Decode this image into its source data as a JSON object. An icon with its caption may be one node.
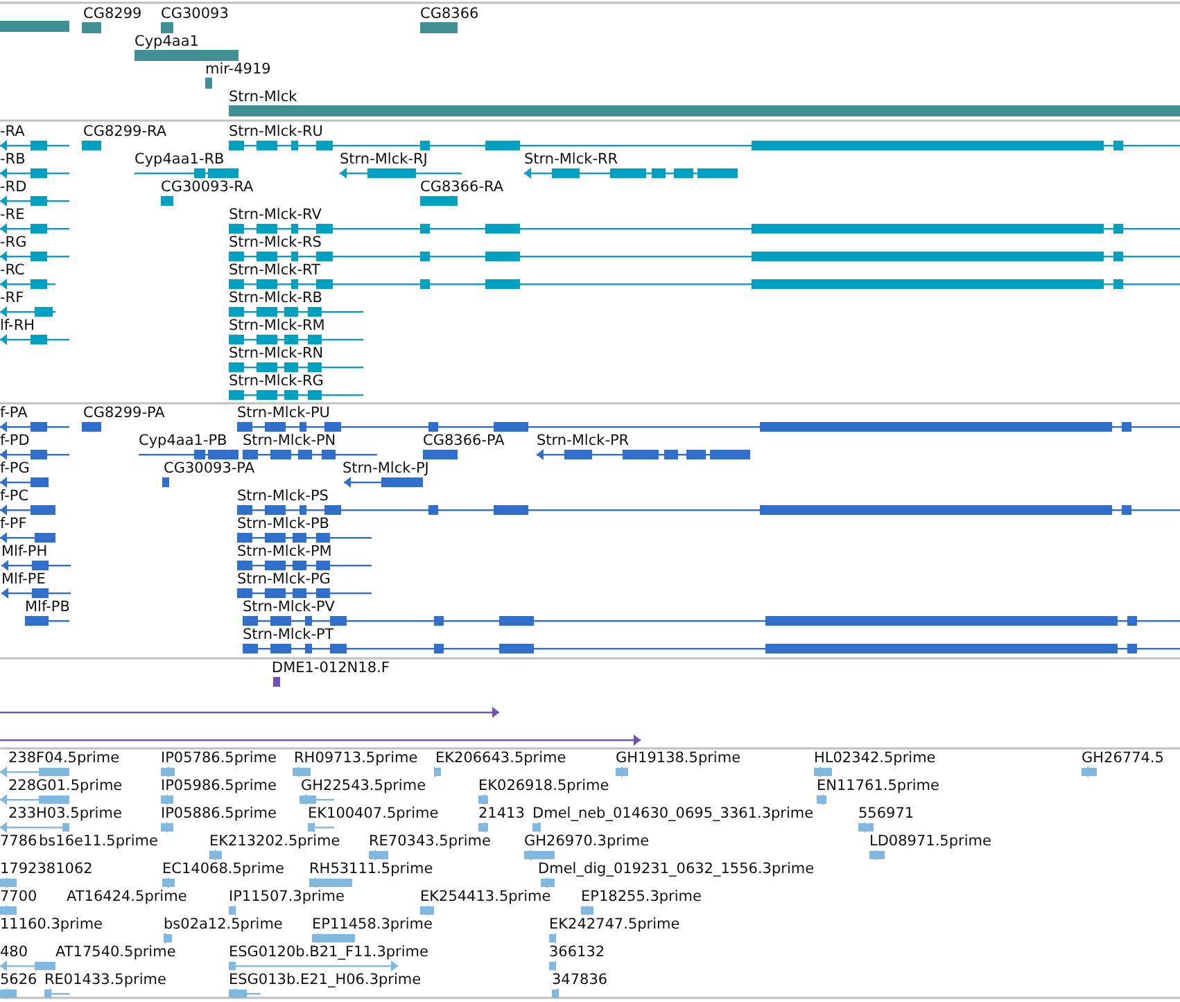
{
  "diagram": {
    "labels": [
      "CG8299",
      "CG30093",
      "CG8366",
      "Cyp4aa1",
      "mir-4919",
      "Strn-Mlck",
      "-RA",
      "CG8299-RA",
      "Strn-Mlck-RU",
      "-RB",
      "Cyp4aa1-RB",
      "Strn-Mlck-RJ",
      "Strn-Mlck-RR",
      "-RD",
      "CG30093-RA",
      "CG8366-RA",
      "-RE",
      "Strn-Mlck-RV",
      "-RG",
      "Strn-Mlck-RS",
      "-RC",
      "Strn-Mlck-RT",
      "-RF",
      "Strn-Mlck-RB",
      "lf-RH",
      "Strn-Mlck-RM",
      "Strn-Mlck-RN",
      "Strn-Mlck-RG",
      "f-PA",
      "CG8299-PA",
      "Strn-Mlck-PU",
      "f-PD",
      "Cyp4aa1-PB",
      "Strn-Mlck-PN",
      "CG8366-PA",
      "Strn-Mlck-PR",
      "f-PG",
      "CG30093-PA",
      "Strn-Mlck-PJ",
      "f-PC",
      "Strn-Mlck-PS",
      "f-PF",
      "Strn-Mlck-PB",
      "Mlf-PH",
      "Strn-Mlck-PM",
      "Mlf-PE",
      "Strn-Mlck-PG",
      "Mlf-PB",
      "Strn-Mlck-PV",
      "Strn-Mlck-PT",
      "DME1-012N18.F",
      "238F04.5prime",
      "IP05786.5prime",
      "RH09713.5prime",
      "EK206643.5prime",
      "GH19138.5prime",
      "HL02342.5prime",
      "GH26774.5",
      "228G01.5prime",
      "IP05986.5prime",
      "GH22543.5prime",
      "EK026918.5prime",
      "EN11761.5prime",
      "233H03.5prime",
      "IP05886.5prime",
      "EK100407.5prime",
      "21413",
      "Dmel_neb_014630_0695_3361.3prime",
      "556971",
      "7786",
      "bs16e11.5prime",
      "EK213202.5prime",
      "RE70343.5prime",
      "GH26970.3prime",
      "LD08971.5prime",
      "1792381062",
      "EC14068.5prime",
      "RH53111.5prime",
      "Dmel_dig_019231_0632_1556.3prime",
      "7700",
      "AT16424.5prime",
      "IP11507.3prime",
      "EK254413.5prime",
      "EP18255.3prime",
      "11160.3prime",
      "bs02a12.5prime",
      "EP11458.3prime",
      "EK242747.5prime",
      "480",
      "AT17540.5prime",
      "ESG0120b.B21_F11.3prime",
      "366132",
      "5626",
      "RE01433.5prime",
      "ESG013b.E21_H06.3prime",
      "347836"
    ]
  }
}
